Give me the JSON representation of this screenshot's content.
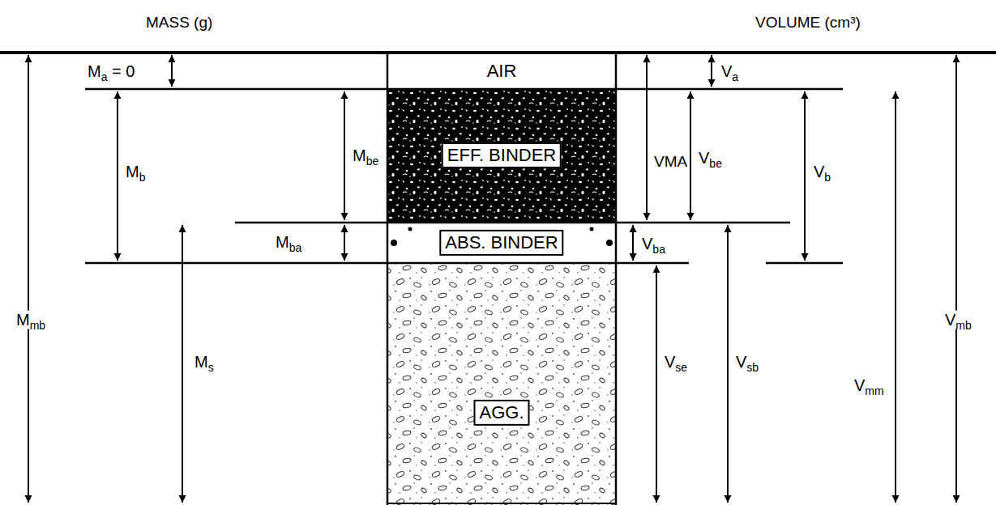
{
  "diagram": {
    "nodes": [
      {
        "text": [
          "AIR"
        ]
      },
      {
        "text": [
          "EFF. BINDER"
        ]
      },
      {
        "text": [
          "ABS. BINDER"
        ]
      },
      {
        "text": [
          "AGG."
        ]
      }
    ],
    "labels": [
      "MASS (g)",
      "VOLUME (cm³)",
      "Ma = 0",
      "Mb",
      "Mbe",
      "Mba",
      "Ms",
      "Mmb",
      "VMA",
      "Va",
      "Vbe",
      "Vb",
      "Vba",
      "Vse",
      "Vsb",
      "Vmm",
      "Vmb"
    ]
  }
}
